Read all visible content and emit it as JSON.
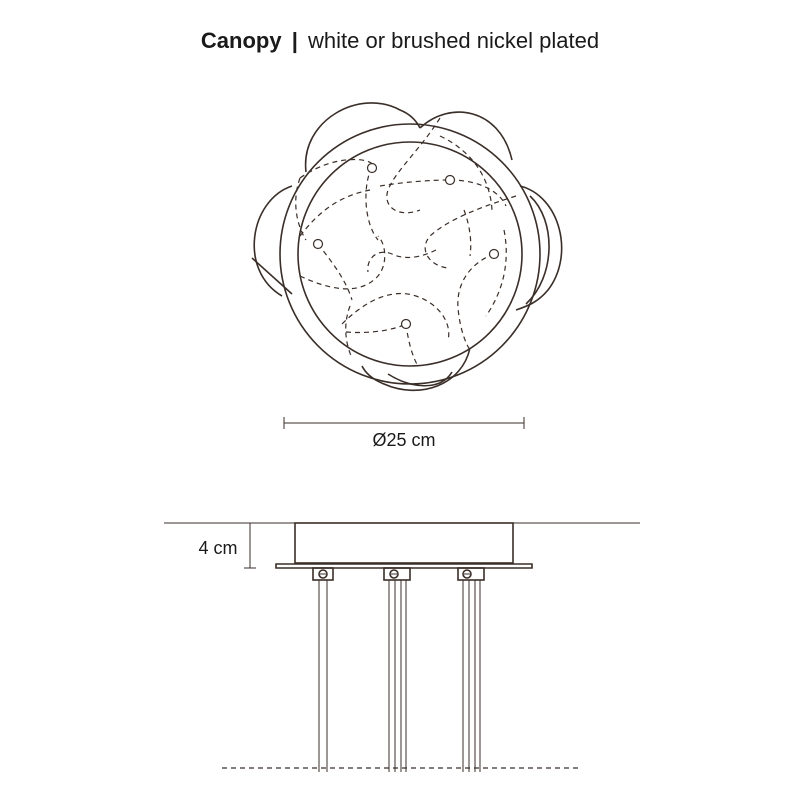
{
  "title": {
    "name": "Canopy",
    "separator": "|",
    "description": "white or brushed nickel plated"
  },
  "dimensions": {
    "diameter_label": "Ø25 cm",
    "height_label": "4 cm"
  }
}
